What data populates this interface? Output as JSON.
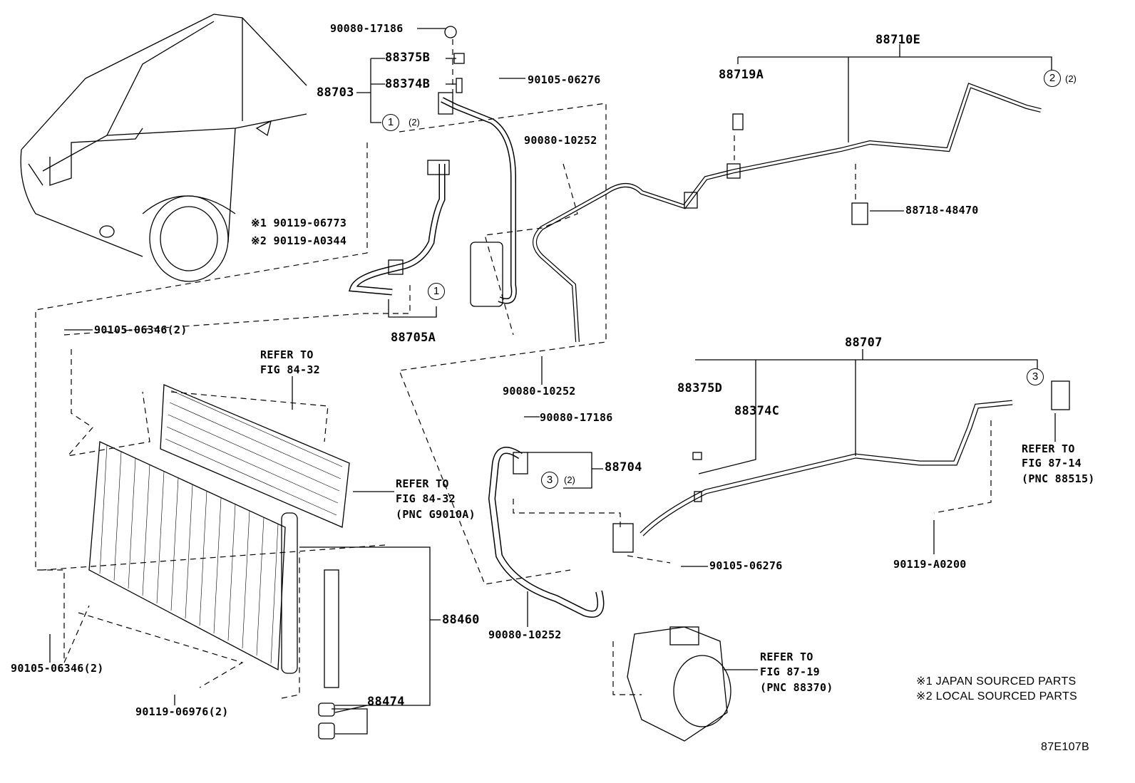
{
  "diagram_id": "87E107B",
  "parts": {
    "p_90080_17186_top": "90080-17186",
    "p_88375B": "88375B",
    "p_88374B": "88374B",
    "p_88703": "88703",
    "p_90105_06276_top": "90105-06276",
    "p_88710E": "88710E",
    "p_88719A": "88719A",
    "p_90080_10252_a": "90080-10252",
    "p_88718_48470": "88718-48470",
    "p_note1_part": "※1 90119-06773",
    "p_note2_part": "※2 90119-A0344",
    "p_88705A": "88705A",
    "p_90105_06346_top": "90105-06346(2)",
    "p_90080_10252_b": "90080-10252",
    "p_88707": "88707",
    "p_88375D": "88375D",
    "p_88374C": "88374C",
    "p_90080_17186_mid": "90080-17186",
    "p_88704": "88704",
    "p_90105_06276_mid": "90105-06276",
    "p_90119_A0200": "90119-A0200",
    "p_88460": "88460",
    "p_90080_10252_c": "90080-10252",
    "p_90105_06346_bot": "90105-06346(2)",
    "p_88474": "88474",
    "p_90119_06976": "90119-06976(2)"
  },
  "callouts": {
    "c1_a": "1",
    "c1_a_qty": "(2)",
    "c1_b": "1",
    "c2": "2",
    "c2_qty": "(2)",
    "c3_a": "3",
    "c3_b": "3",
    "c3_b_qty": "(2)"
  },
  "refers": {
    "r1": [
      "REFER TO",
      "FIG 84-32"
    ],
    "r2": [
      "REFER TO",
      "FIG 84-32",
      "(PNC G9010A)"
    ],
    "r3": [
      "REFER TO",
      "FIG 87-14",
      "(PNC 88515)"
    ],
    "r4": [
      "REFER TO",
      "FIG 87-19",
      "(PNC 88370)"
    ]
  },
  "legend": {
    "note1": "※1 JAPAN SOURCED PARTS",
    "note2": "※2 LOCAL SOURCED PARTS"
  }
}
